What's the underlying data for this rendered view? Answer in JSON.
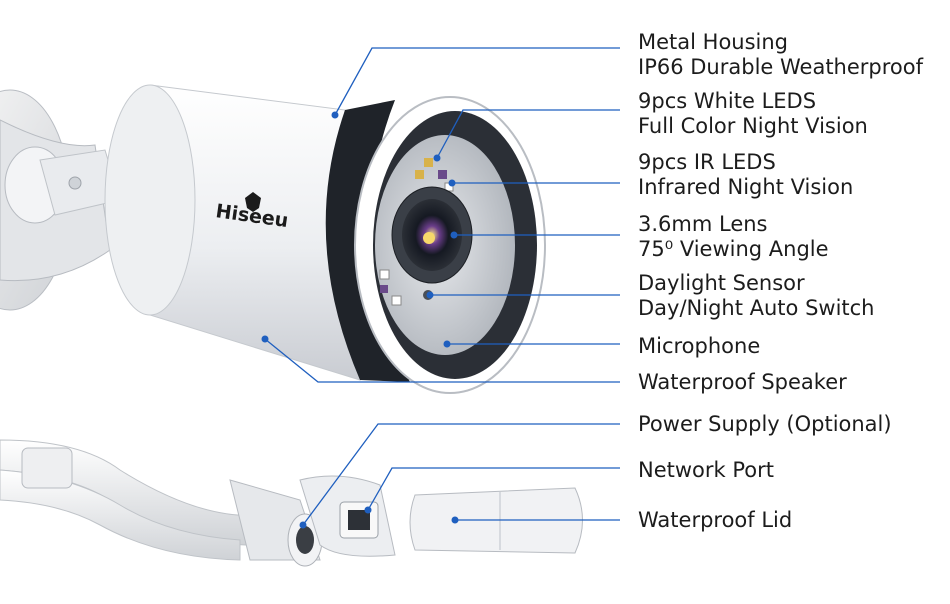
{
  "product": {
    "brand_logo_text": "Hiseeu"
  },
  "colors": {
    "leader_line": "#1f5fbf",
    "dot": "#1f5fbf",
    "text": "#1c1c1c",
    "camera_body": "#f2f3f5"
  },
  "callouts": [
    {
      "id": "housing",
      "line1": "Metal Housing",
      "line2": "IP66 Durable Weatherproof"
    },
    {
      "id": "white-leds",
      "line1": "9pcs White LEDS",
      "line2": "Full Color Night Vision"
    },
    {
      "id": "ir-leds",
      "line1": "9pcs IR LEDS",
      "line2": "Infrared Night Vision"
    },
    {
      "id": "lens",
      "line1": "3.6mm Lens",
      "line2": "75⁰ Viewing Angle"
    },
    {
      "id": "daylight-sensor",
      "line1": "Daylight Sensor",
      "line2": "Day/Night Auto Switch"
    },
    {
      "id": "microphone",
      "line1": "Microphone"
    },
    {
      "id": "speaker",
      "line1": "Waterproof Speaker"
    },
    {
      "id": "power",
      "line1": "Power Supply (Optional)"
    },
    {
      "id": "network",
      "line1": "Network Port"
    },
    {
      "id": "lid",
      "line1": "Waterproof Lid"
    }
  ]
}
